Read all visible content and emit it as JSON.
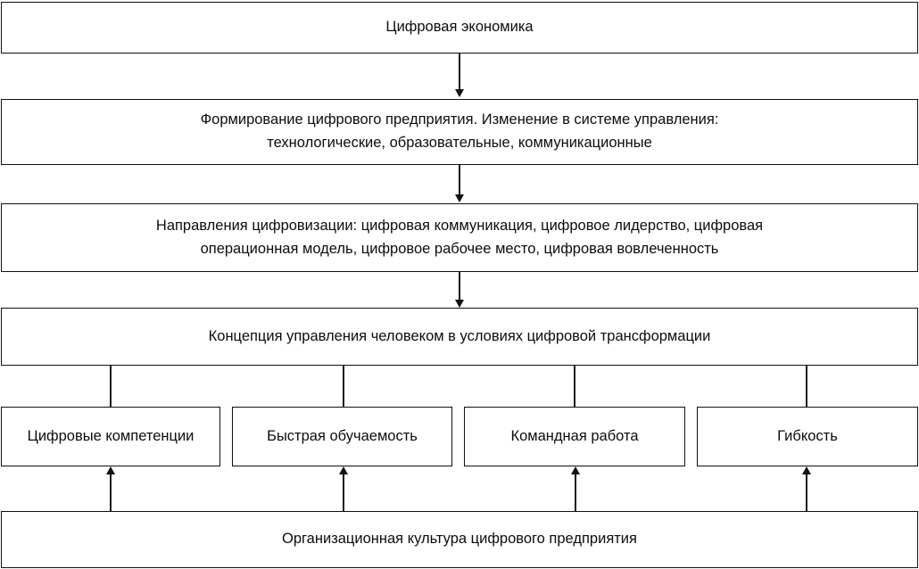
{
  "diagram": {
    "title_level_1": "Цифровая экономика",
    "level_2": "Формирование цифрового предприятия. Изменение в системе управления:\nтехнологические, образовательные, коммуникационные",
    "level_3": "Направления цифровизации: цифровая коммуникация, цифровое лидерство, цифровая\nоперационная модель, цифровое рабочее место, цифровая вовлеченность",
    "level_4": "Концепция управления человеком в условиях цифровой трансформации",
    "competencies": [
      {
        "label": "Цифровые компетенции"
      },
      {
        "label": "Быстрая обучаемость"
      },
      {
        "label": "Командная работа"
      },
      {
        "label": "Гибкость"
      }
    ],
    "foundation": "Организационная культура цифрового предприятия",
    "colors": {
      "box_border": "#111111",
      "connector": "#1a1a1a",
      "background": "#ffffff",
      "text": "#0d0d0d"
    }
  }
}
